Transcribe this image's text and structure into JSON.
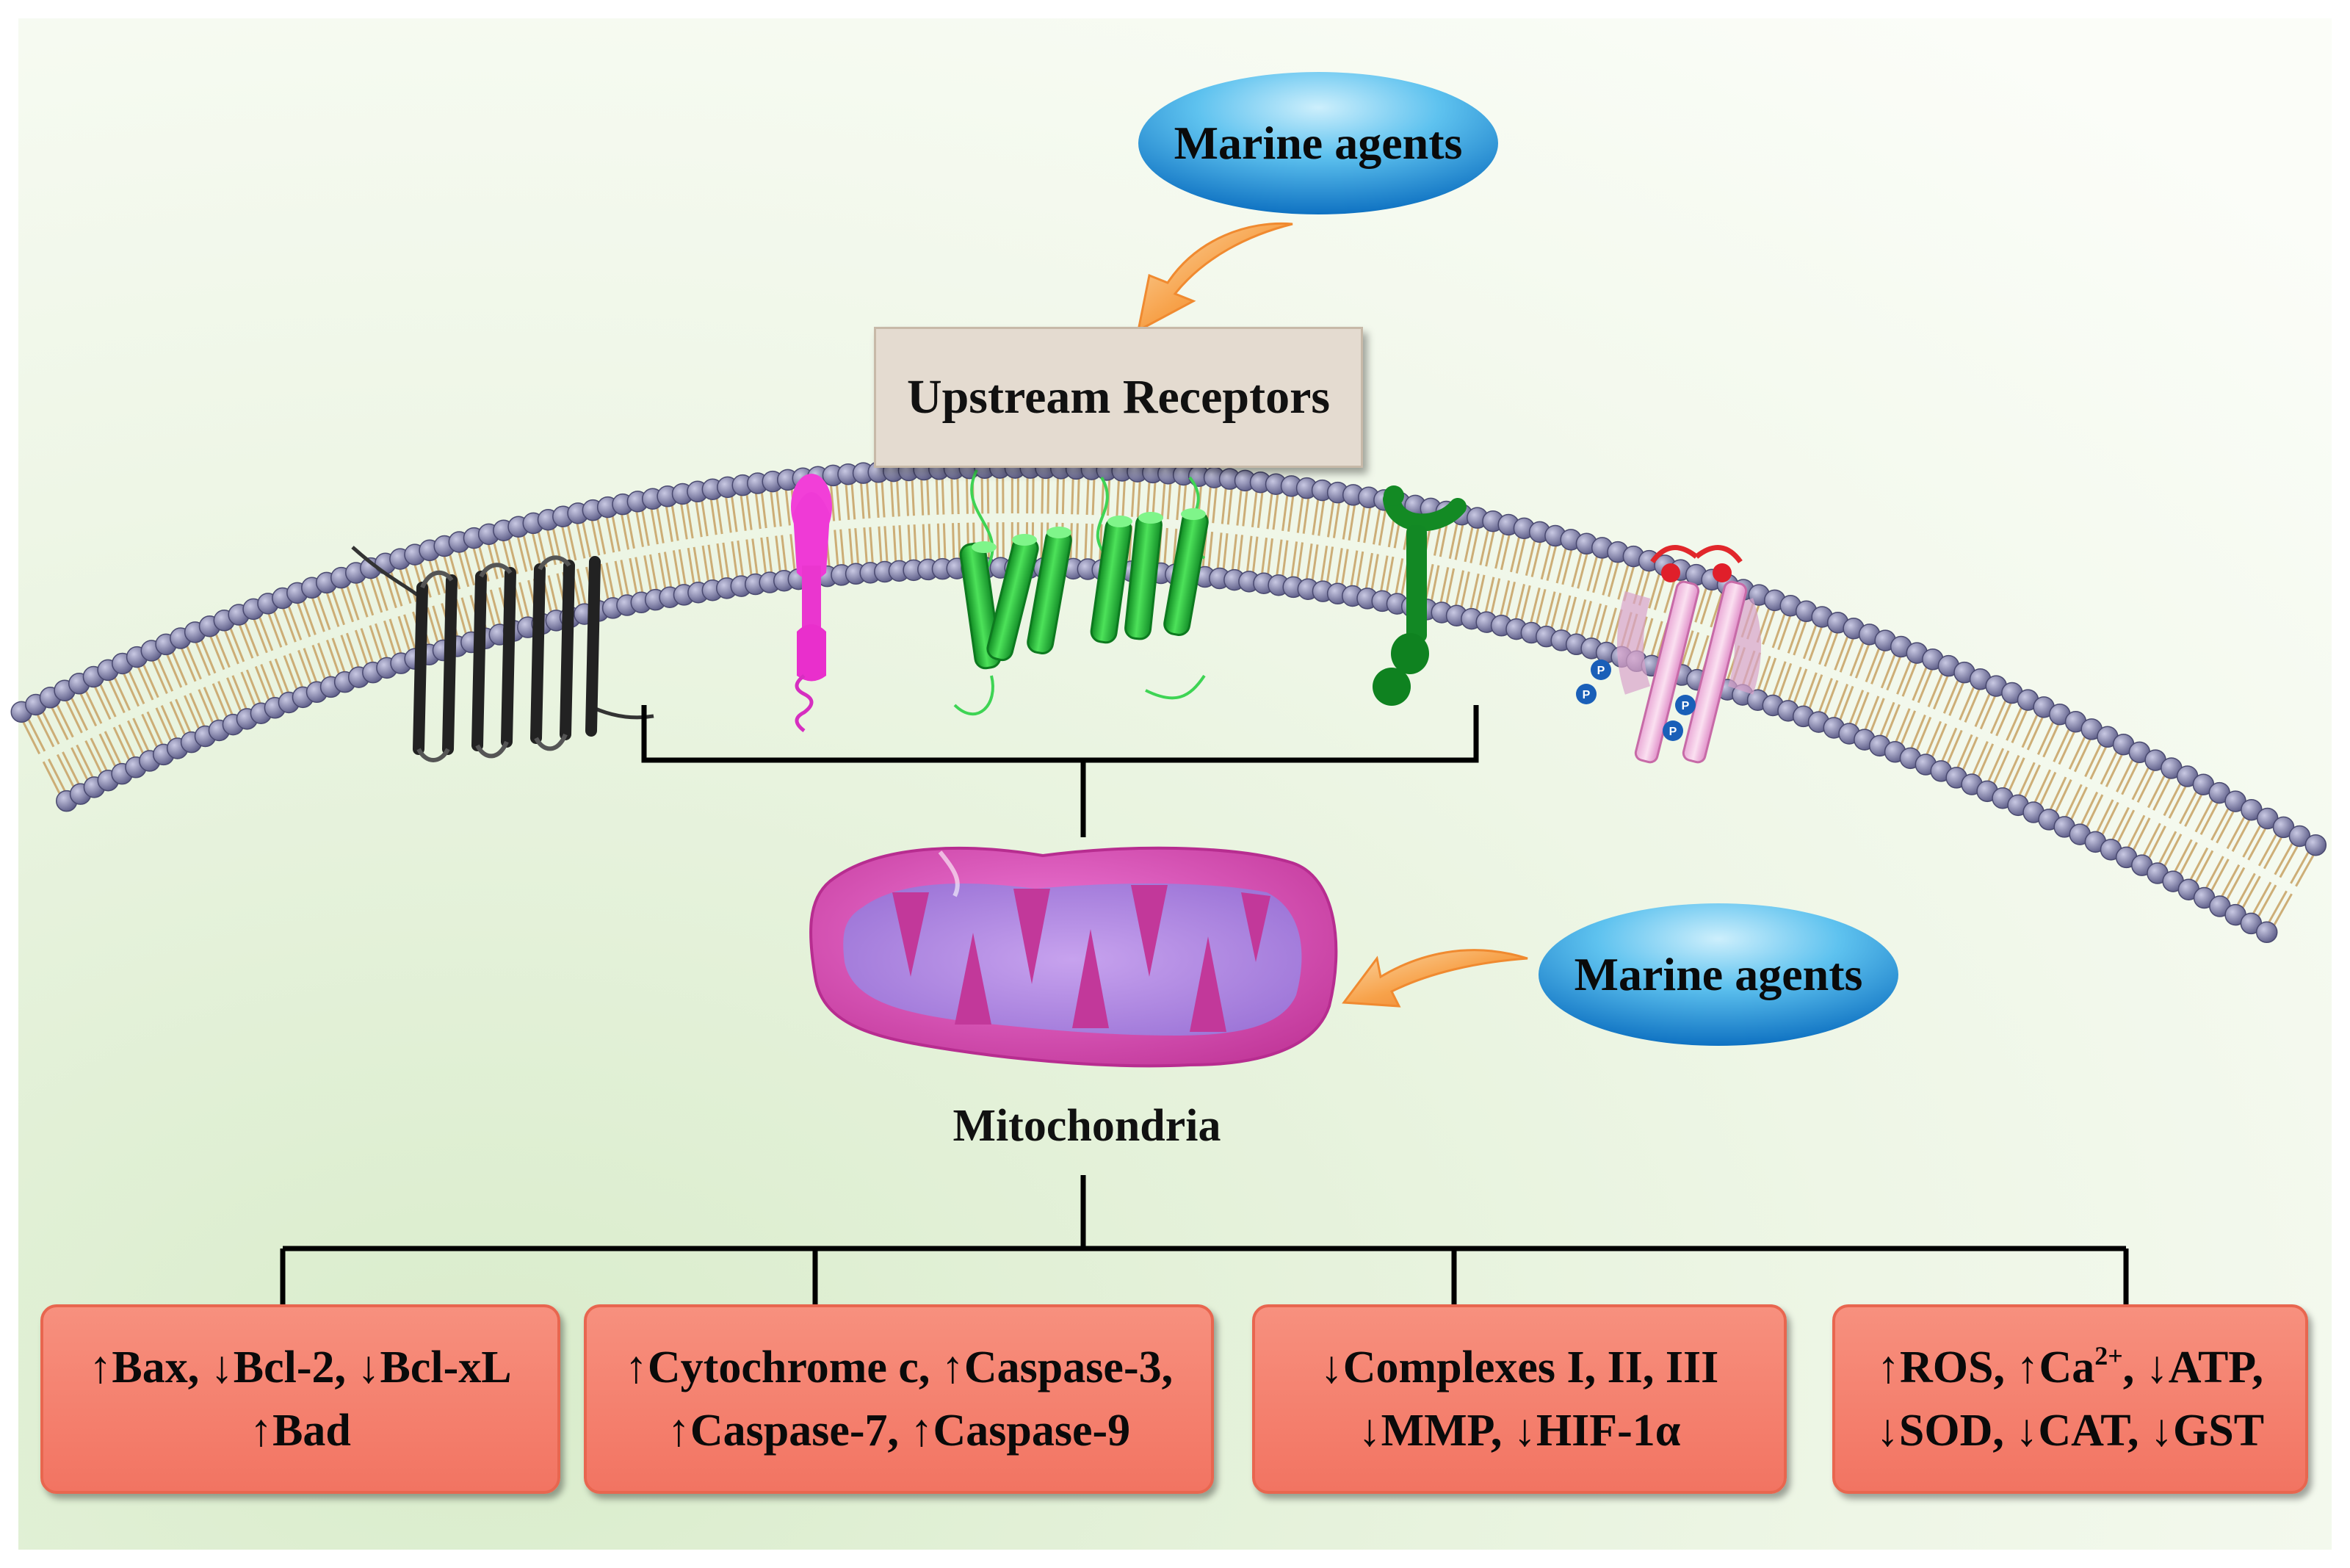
{
  "diagram": {
    "agent_top": "Marine agents",
    "agent_mid": "Marine agents",
    "upstream": "Upstream Receptors",
    "mito": "Mitochondria",
    "boxes": [
      {
        "line1": "↑Bax, ↓Bcl-2, ↓Bcl-xL",
        "line2": "↑Bad"
      },
      {
        "line1": "↑Cytochrome c, ↑Caspase-3,",
        "line2": "↑Caspase-7, ↑Caspase-9"
      },
      {
        "line1": "↓Complexes I, II, III",
        "line2": "↓MMP, ↓HIF-1α"
      },
      {
        "line1_a": "↑ROS, ↑Ca",
        "line1_sup": "2+",
        "line1_b": ", ↓ATP,",
        "line2": "↓SOD, ↓CAT, ↓GST"
      }
    ],
    "phospho_label": "P",
    "colors": {
      "box_fill": "#f27462",
      "agent_blue": "#1c8fd6",
      "membrane_head": "#7e7ea6",
      "membrane_tail": "#c9a66b",
      "receptor_green": "#22b53a",
      "receptor_magenta": "#f03cd8"
    }
  }
}
